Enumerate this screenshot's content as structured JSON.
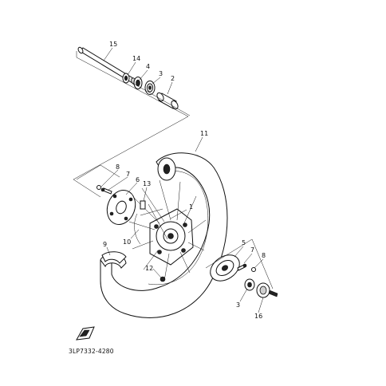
{
  "diagram": {
    "catalog_code": "3LP7332-4280",
    "callouts": [
      {
        "id": "c15a",
        "label": "15"
      },
      {
        "id": "c14a",
        "label": "14"
      },
      {
        "id": "c4a",
        "label": "4"
      },
      {
        "id": "c3a",
        "label": "3"
      },
      {
        "id": "c2a",
        "label": "2"
      },
      {
        "id": "c11a",
        "label": "11"
      },
      {
        "id": "c8a",
        "label": "8"
      },
      {
        "id": "c7a",
        "label": "7"
      },
      {
        "id": "c6a",
        "label": "6"
      },
      {
        "id": "c13a",
        "label": "13"
      },
      {
        "id": "c1a",
        "label": "1"
      },
      {
        "id": "c10a",
        "label": "10"
      },
      {
        "id": "c9a",
        "label": "9"
      },
      {
        "id": "c12a",
        "label": "12"
      },
      {
        "id": "c5b",
        "label": "5"
      },
      {
        "id": "c7b",
        "label": "7"
      },
      {
        "id": "c8b",
        "label": "8"
      },
      {
        "id": "c3b",
        "label": "3"
      },
      {
        "id": "c16a",
        "label": "16"
      }
    ]
  }
}
